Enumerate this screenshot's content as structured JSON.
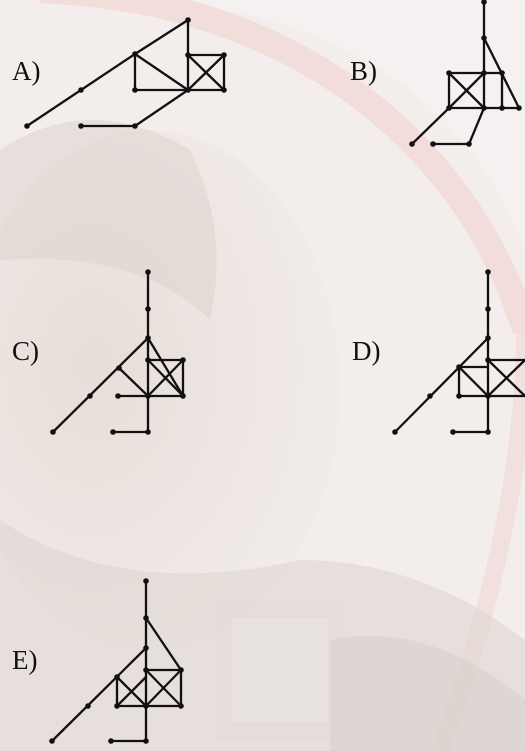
{
  "options": [
    {
      "id": "a",
      "label": "A)"
    },
    {
      "id": "b",
      "label": "B)"
    },
    {
      "id": "c",
      "label": "C)"
    },
    {
      "id": "d",
      "label": "D)"
    },
    {
      "id": "e",
      "label": "E)"
    }
  ],
  "colors": {
    "background": "#f3eeec",
    "ink": "#111111",
    "arc_tint": "#f1d2d0"
  }
}
